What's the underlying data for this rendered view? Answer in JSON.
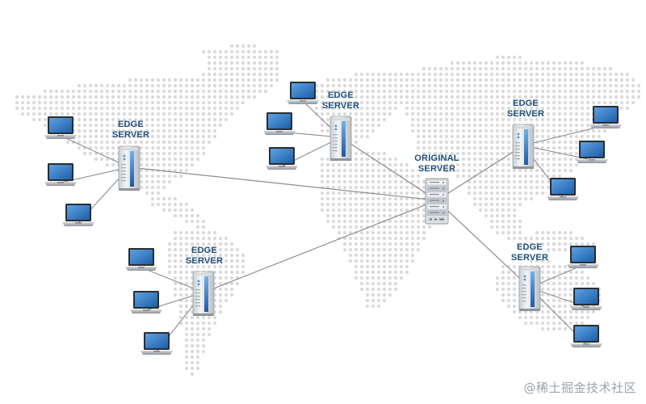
{
  "diagram": {
    "colors": {
      "map_dots": "#dadada",
      "link": "#8c8c8c",
      "label": "#1f4e79",
      "server_body": "#e9ecef",
      "server_accent": "#2f6fb5",
      "laptop_screen": "#2c6fb8"
    },
    "nodes": [
      {
        "id": "edge-west",
        "type": "edge-server",
        "label_lines": [
          "EDGE",
          "SERVER"
        ]
      },
      {
        "id": "edge-north",
        "type": "edge-server",
        "label_lines": [
          "EDGE",
          "SERVER"
        ]
      },
      {
        "id": "origin",
        "type": "origin-server",
        "label_lines": [
          "ORIGINAL",
          "SERVER"
        ]
      },
      {
        "id": "edge-east",
        "type": "edge-server",
        "label_lines": [
          "EDGE",
          "SERVER"
        ]
      },
      {
        "id": "edge-southwest",
        "type": "edge-server",
        "label_lines": [
          "EDGE",
          "SERVER"
        ]
      },
      {
        "id": "edge-southeast",
        "type": "edge-server",
        "label_lines": [
          "EDGE",
          "SERVER"
        ]
      }
    ],
    "clients_per_edge": 3
  },
  "watermark": "@稀土掘金技术社区"
}
